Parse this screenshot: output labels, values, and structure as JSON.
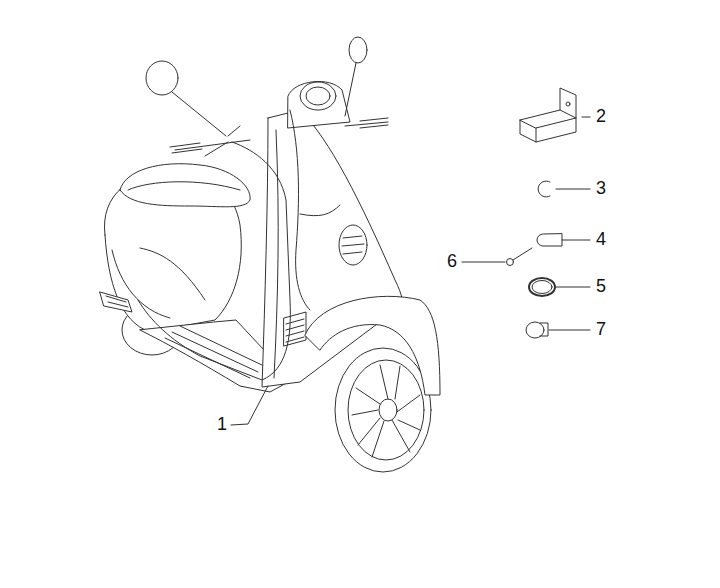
{
  "diagram": {
    "labels": [
      "2",
      "3",
      "4",
      "6",
      "5",
      "7",
      "1"
    ]
  }
}
